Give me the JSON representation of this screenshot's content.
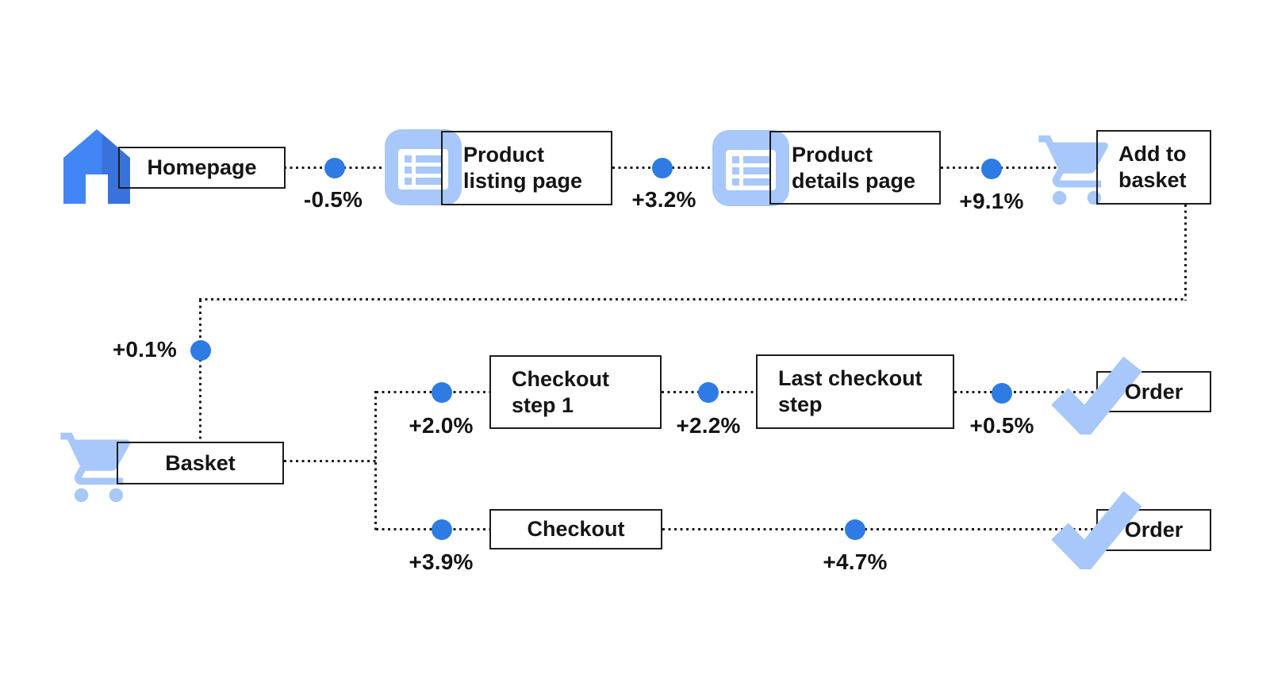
{
  "diagram": {
    "description": "E-commerce user journey flow",
    "colors": {
      "node_icon_blue": "#4285F4",
      "dot_blue": "#2E7BE4",
      "light_icon_blue": "#A8C7FA",
      "line_black": "#1B1B1B"
    },
    "nodes": [
      {
        "id": "homepage",
        "icon": "home-icon",
        "lines": [
          "Homepage"
        ]
      },
      {
        "id": "product-listing-page",
        "icon": "list-icon",
        "lines": [
          "Product",
          "listing page"
        ]
      },
      {
        "id": "product-details-page",
        "icon": "list-icon",
        "lines": [
          "Product",
          "details page"
        ]
      },
      {
        "id": "add-to-basket",
        "icon": "cart-icon",
        "lines": [
          "Add to",
          "basket"
        ]
      },
      {
        "id": "basket",
        "icon": "cart-icon",
        "lines": [
          "Basket"
        ]
      },
      {
        "id": "checkout-step-1",
        "icon": null,
        "lines": [
          "Checkout",
          "step 1"
        ]
      },
      {
        "id": "last-checkout-step",
        "icon": null,
        "lines": [
          "Last checkout",
          "step"
        ]
      },
      {
        "id": "order-top",
        "icon": "check-icon",
        "lines": [
          "Order"
        ]
      },
      {
        "id": "checkout",
        "icon": null,
        "lines": [
          "Checkout"
        ]
      },
      {
        "id": "order-bottom",
        "icon": "check-icon",
        "lines": [
          "Order"
        ]
      }
    ],
    "transitions": [
      {
        "from": "Homepage",
        "to": "Product listing page",
        "delta": "-0.5%"
      },
      {
        "from": "Product listing page",
        "to": "Product details page",
        "delta": "+3.2%"
      },
      {
        "from": "Product details page",
        "to": "Add to basket",
        "delta": "+9.1%"
      },
      {
        "from": "Add to basket",
        "to": "Basket",
        "delta": "+0.1%"
      },
      {
        "from": "Basket",
        "to": "Checkout step 1",
        "delta": "+2.0%"
      },
      {
        "from": "Checkout step 1",
        "to": "Last checkout step",
        "delta": "+2.2%"
      },
      {
        "from": "Last checkout step",
        "to": "Order",
        "delta": "+0.5%"
      },
      {
        "from": "Basket",
        "to": "Checkout",
        "delta": "+3.9%"
      },
      {
        "from": "Checkout",
        "to": "Order",
        "delta": "+4.7%"
      }
    ]
  }
}
